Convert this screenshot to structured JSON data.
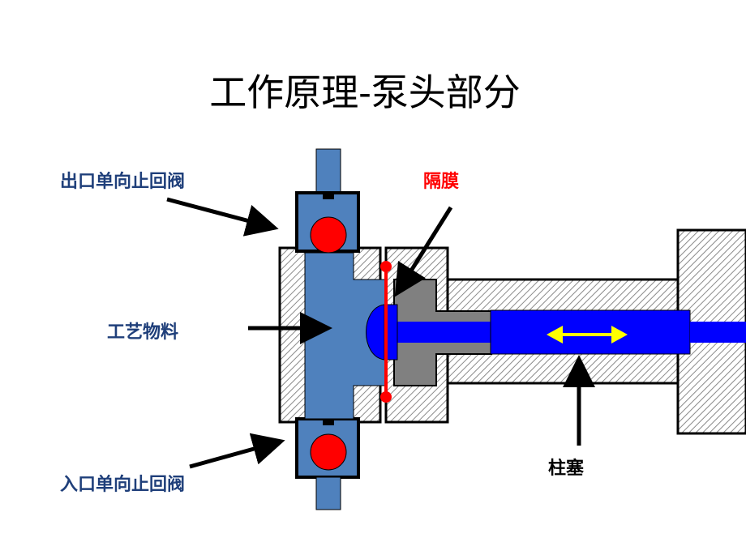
{
  "title": "工作原理-泵头部分",
  "labels": {
    "outlet_valve": "出口单向止回阀",
    "inlet_valve": "入口单向止回阀",
    "process_material": "工艺物料",
    "diaphragm": "隔膜",
    "plunger": "柱塞"
  },
  "colors": {
    "fluid": "#4f81bd",
    "plunger": "#0000ff",
    "ball": "#ff0000",
    "diaphragm": "#ff0000",
    "arrow_motion": "#ffff00",
    "oil_chamber": "#808080",
    "label_blue": "#1f3f7a",
    "label_red": "#ff0000"
  }
}
